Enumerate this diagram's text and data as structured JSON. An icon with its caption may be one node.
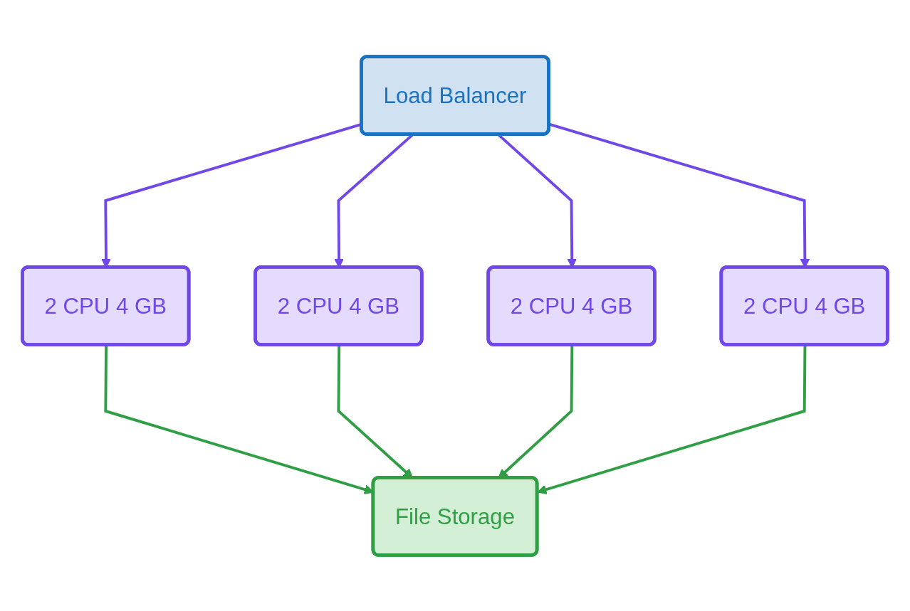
{
  "diagram": {
    "nodes": [
      {
        "text": [
          "Load Balancer"
        ]
      },
      {
        "text": [
          "2 CPU 4 GB"
        ]
      },
      {
        "text": [
          "2 CPU 4 GB"
        ]
      },
      {
        "text": [
          "2 CPU 4 GB"
        ]
      },
      {
        "text": [
          "2 CPU 4 GB"
        ]
      },
      {
        "text": [
          "File Storage"
        ]
      }
    ],
    "edges": [
      {
        "from": 0,
        "to": 1,
        "arrow": "to",
        "color": "#7048e8"
      },
      {
        "from": 0,
        "to": 2,
        "arrow": "to",
        "color": "#7048e8"
      },
      {
        "from": 0,
        "to": 3,
        "arrow": "to",
        "color": "#7048e8"
      },
      {
        "from": 0,
        "to": 4,
        "arrow": "to",
        "color": "#7048e8"
      },
      {
        "from": 1,
        "to": 5,
        "arrow": "to",
        "color": "#2f9e44"
      },
      {
        "from": 2,
        "to": 5,
        "arrow": "to",
        "color": "#2f9e44"
      },
      {
        "from": 3,
        "to": 5,
        "arrow": "to",
        "color": "#2f9e44"
      },
      {
        "from": 4,
        "to": 5,
        "arrow": "to",
        "color": "#2f9e44"
      }
    ]
  }
}
